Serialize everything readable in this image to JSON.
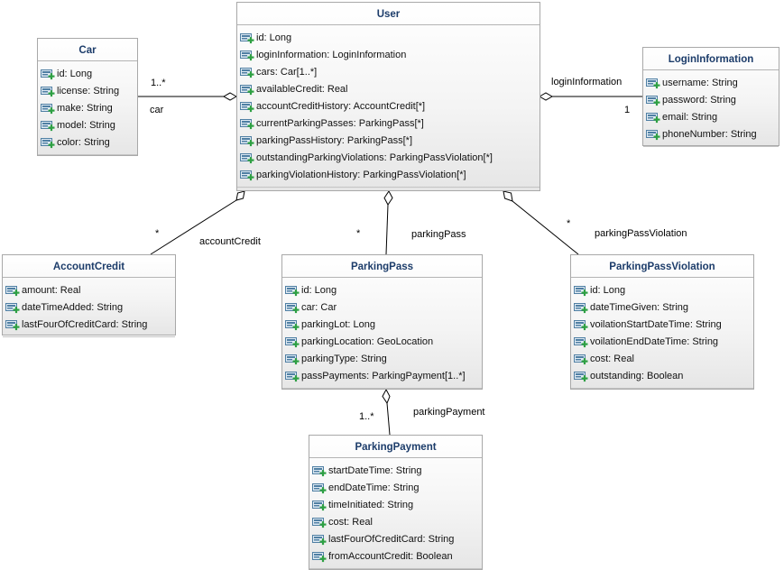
{
  "classes": {
    "user": {
      "name": "User",
      "attributes": [
        "id: Long",
        "loginInformation: LoginInformation",
        "cars: Car[1..*]",
        "availableCredit: Real",
        "accountCreditHistory: AccountCredit[*]",
        "currentParkingPasses: ParkingPass[*]",
        "parkingPassHistory: ParkingPass[*]",
        "outstandingParkingViolations: ParkingPassViolation[*]",
        "parkingViolationHistory: ParkingPassViolation[*]"
      ]
    },
    "car": {
      "name": "Car",
      "attributes": [
        "id: Long",
        "license: String",
        "make: String",
        "model: String",
        "color: String"
      ]
    },
    "login_information": {
      "name": "LoginInformation",
      "attributes": [
        "username: String",
        "password: String",
        "email: String",
        "phoneNumber: String"
      ]
    },
    "account_credit": {
      "name": "AccountCredit",
      "attributes": [
        "amount: Real",
        "dateTimeAdded: String",
        "lastFourOfCreditCard: String"
      ]
    },
    "parking_pass": {
      "name": "ParkingPass",
      "attributes": [
        "id: Long",
        "car: Car",
        "parkingLot: Long",
        "parkingLocation: GeoLocation",
        "parkingType: String",
        "passPayments: ParkingPayment[1..*]"
      ]
    },
    "parking_pass_violation": {
      "name": "ParkingPassViolation",
      "attributes": [
        "id: Long",
        "dateTimeGiven: String",
        "voilationStartDateTime: String",
        "voilationEndDateTime: String",
        "cost: Real",
        "outstanding: Boolean"
      ]
    },
    "parking_payment": {
      "name": "ParkingPayment",
      "attributes": [
        "startDateTime: String",
        "endDateTime: String",
        "timeInitiated: String",
        "cost: Real",
        "lastFourOfCreditCard: String",
        "fromAccountCredit: Boolean"
      ]
    }
  },
  "associations": {
    "user_car": {
      "role": "car",
      "multiplicity": "1..*"
    },
    "user_login": {
      "role": "loginInformation",
      "multiplicity": "1"
    },
    "user_account_credit": {
      "role": "accountCredit",
      "multiplicity": "*"
    },
    "user_parking_pass": {
      "role": "parkingPass",
      "multiplicity": "*"
    },
    "user_violation": {
      "role": "parkingPassViolation",
      "multiplicity": "*"
    },
    "pass_payment": {
      "role": "parkingPayment",
      "multiplicity": "1..*"
    }
  },
  "colors": {
    "title": "#1c3c6a",
    "icon_fill": "#4f7fa3",
    "icon_plus": "#2ea043",
    "border": "#a8a8a8"
  },
  "icons": {
    "attribute": "attribute-icon",
    "aggregation": "aggregation-diamond"
  }
}
